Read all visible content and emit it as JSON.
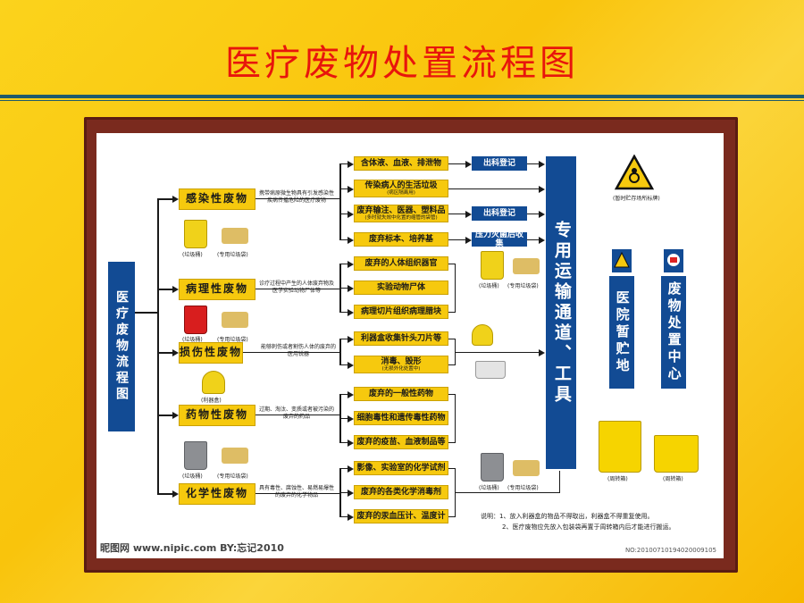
{
  "slide": {
    "title": "医疗废物处置流程图"
  },
  "root": {
    "label": "医疗废物流程图"
  },
  "transport": {
    "label": "专用运输通道、工具"
  },
  "hospital_store": {
    "label": "医院暂贮地"
  },
  "disposal_center": {
    "label": "废物处置中心"
  },
  "biohazard_caption": "(暂时贮存场所标牌)",
  "categories": [
    {
      "label": "感染性废物",
      "desc": "携带病原微生物具有引发感染性疾病传播危险的医疗废物"
    },
    {
      "label": "病理性废物",
      "desc": "诊疗过程中产生的人体废弃物及医学实验动物尸体等"
    },
    {
      "label": "损伤性废物",
      "desc": "能够刺伤或者割伤人体的废弃的医用锐器"
    },
    {
      "label": "药物性废物",
      "desc": "过期、淘汰、变质或者被污染的废弃的药品"
    },
    {
      "label": "化学性废物",
      "desc": "具有毒性、腐蚀性、易燃易爆性的废弃的化学物品"
    }
  ],
  "items": [
    {
      "label": "含体液、血液、排泄物"
    },
    {
      "label": "传染病人的生活垃圾",
      "sub": "(病区隔离用)"
    },
    {
      "label": "废弃输注、医器、塑料品",
      "sub": "(多时就失效中化置的缩管的袋管)"
    },
    {
      "label": "废弃标本、培养基"
    },
    {
      "label": "废弃的人体组织器官"
    },
    {
      "label": "实验动物尸体"
    },
    {
      "label": "病理切片组织病理腊块"
    },
    {
      "label": "利器盒收集针头刀片等"
    },
    {
      "label": "消毒、毁形",
      "sub": "(无损外化处置中)"
    },
    {
      "label": "废弃的一般性药物"
    },
    {
      "label": "细胞毒性和遗传毒性药物"
    },
    {
      "label": "废弃的疫苗、血液制品等"
    },
    {
      "label": "影像、实验室的化学试剂"
    },
    {
      "label": "废弃的各类化学消毒剂"
    },
    {
      "label": "废弃的汞血压计、温度计"
    }
  ],
  "register_labels": [
    "出科登记",
    "出科登记",
    "压力灭菌后收集"
  ],
  "captions": {
    "collect_bin": "(垃圾桶)",
    "special_bag": "(专用垃圾袋)",
    "sharps_box": "(利器盒)",
    "turnover_box": "(周转箱)"
  },
  "notes": [
    "说明：1、放入利器盒的物品不得取出，利器盒不得重复使用。",
    "2、医疗废物应先放入包装袋再置于周转箱内后才能进行搬运。"
  ],
  "watermark": {
    "left": "昵图网 www.nipic.com BY:忘记2010",
    "right": "NO:20100710194020009105"
  },
  "colors": {
    "accent_blue": "#124b94",
    "box_yellow": "#f6c90e",
    "title_red": "#e8150c",
    "frame_brown": "#7a2a1e"
  }
}
